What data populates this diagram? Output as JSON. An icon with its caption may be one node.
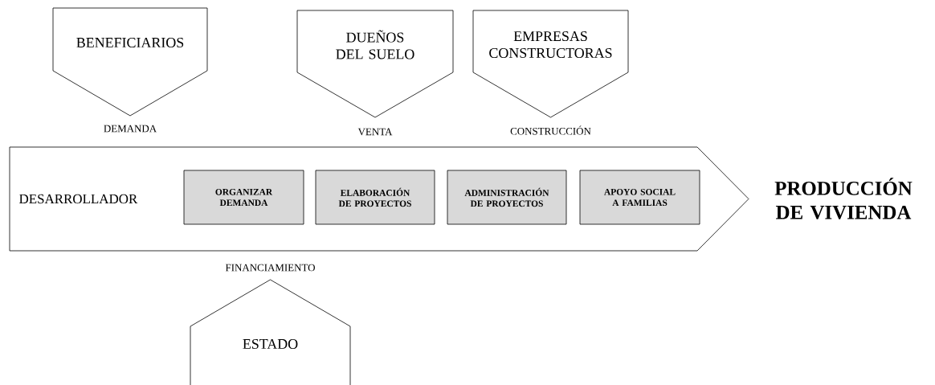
{
  "diagram": {
    "nodes": [
      {
        "text": [
          "BENEFICIARIOS"
        ],
        "beside": [
          "DEMANDA"
        ]
      },
      {
        "text": [
          "DUEÑOS DEL SUELO"
        ],
        "beside": [
          "VENTA"
        ]
      },
      {
        "text": [
          "EMPRESAS CONSTRUCTORAS"
        ],
        "beside": [
          "CONSTRUCCIÓN"
        ]
      },
      {
        "text": [
          "DESARROLLADOR"
        ]
      },
      {
        "text": [
          "ORGANIZAR DEMANDA"
        ],
        "in": 3
      },
      {
        "text": [
          "ELABORACIÓN DE PROYECTOS"
        ],
        "in": 3
      },
      {
        "text": [
          "ADMINISTRACIÓN DE PROYECTOS"
        ],
        "in": 3
      },
      {
        "text": [
          "APOYO SOCIAL A FAMILIAS"
        ],
        "in": 3
      },
      {
        "text": [
          "PRODUCCIÓN DE VIVIENDA"
        ]
      },
      {
        "text": [
          "ESTADO"
        ],
        "beside": [
          "FINANCIAMIENTO"
        ]
      }
    ]
  }
}
